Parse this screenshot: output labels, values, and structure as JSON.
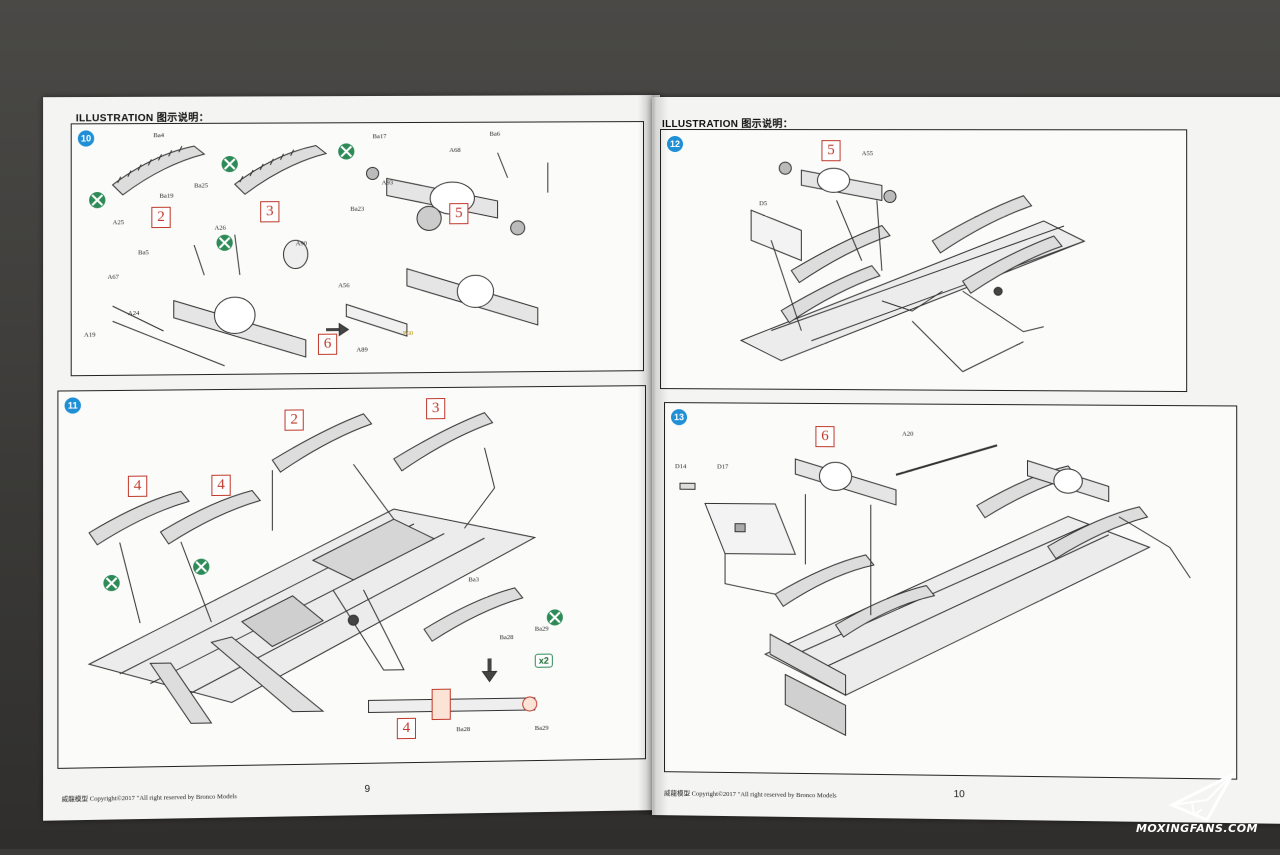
{
  "left_page": {
    "title": "ILLUSTRATION 图示说明：",
    "footer": "威龍模型   Copyright©2017  \"All right reserved by Bronco Models",
    "page_number": "9",
    "steps": [
      {
        "number": "10",
        "boxes": [
          "2",
          "3",
          "5",
          "6"
        ],
        "labels": [
          "Ba4",
          "Ba25",
          "Ba19",
          "A25",
          "A26",
          "Ba17",
          "Ba6",
          "A68",
          "A93",
          "Ba23",
          "Ba5",
          "A90",
          "A67",
          "A24",
          "A19",
          "A56",
          "A89",
          "P60"
        ]
      },
      {
        "number": "11",
        "boxes": [
          "2",
          "3",
          "4",
          "4",
          "4"
        ],
        "labels": [
          "Ba3",
          "Ba28",
          "Ba29",
          "Ba28",
          "Ba29"
        ],
        "multiplier": "x2"
      }
    ]
  },
  "right_page": {
    "title": "ILLUSTRATION 图示说明：",
    "footer": "威龍模型   Copyright©2017  \"All right reserved by Bronco Models",
    "page_number": "10",
    "steps": [
      {
        "number": "12",
        "boxes": [
          "5"
        ],
        "labels": [
          "A55",
          "D5"
        ]
      },
      {
        "number": "13",
        "boxes": [
          "6"
        ],
        "labels": [
          "A20",
          "D14",
          "D17"
        ]
      }
    ]
  },
  "watermark": {
    "text": "MOXINGFANS.COM"
  },
  "colors": {
    "box_red": "#c0392b",
    "step_blue": "#1f8fd6",
    "no_glue_green": "#2e8b57"
  }
}
